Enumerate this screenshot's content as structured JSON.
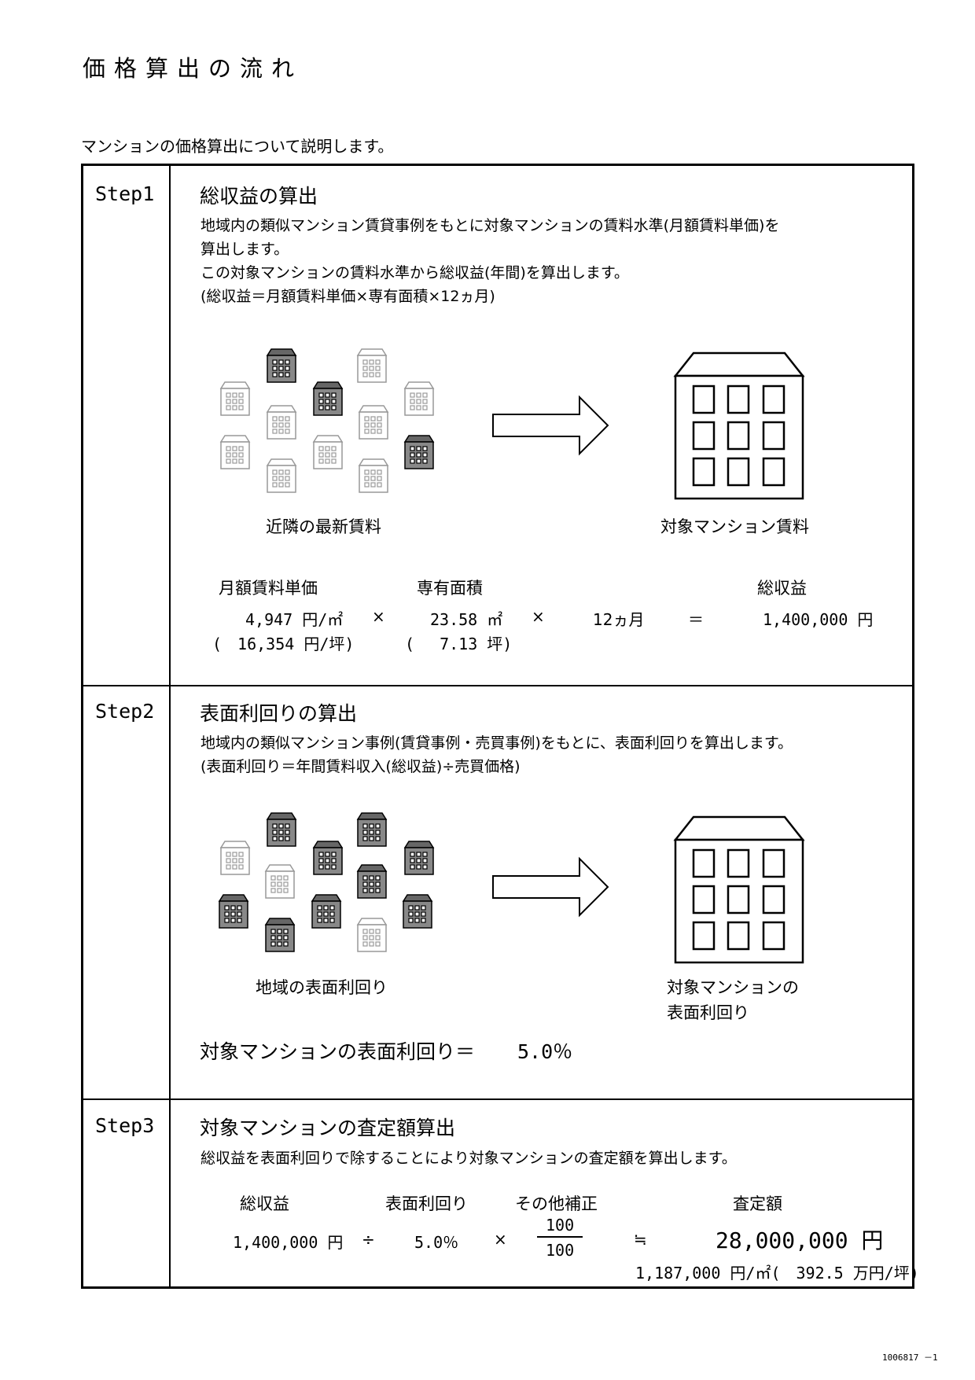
{
  "page_title": "価格算出の流れ",
  "intro": "マンションの価格算出について説明します。",
  "step1": {
    "label": "Step1",
    "heading": "総収益の算出",
    "desc_lines": [
      "地域内の類似マンション賃貸事例をもとに対象マンションの賃料水準(月額賃料単価)を",
      "算出します。",
      "この対象マンションの賃料水準から総収益(年間)を算出します。",
      "(総収益＝月額賃料単価×専有面積×12ヵ月)"
    ],
    "caption_left": "近隣の最新賃料",
    "caption_right": "対象マンション賃料",
    "col_rent": "月額賃料単価",
    "col_area": "専有面積",
    "col_total": "総収益",
    "rent_sqm": "4,947 円/㎡",
    "rent_tsubo": "(　16,354 円/坪)",
    "times1": "×",
    "area_sqm": "23.58 ㎡",
    "area_tsubo": "(　 7.13 坪)",
    "times2": "×",
    "months": "12ヵ月",
    "equals": "＝",
    "total": "1,400,000 円"
  },
  "step2": {
    "label": "Step2",
    "heading": "表面利回りの算出",
    "desc_lines": [
      "地域内の類似マンション事例(賃貸事例・売買事例)をもとに、表面利回りを算出します。",
      "(表面利回り＝年間賃料収入(総収益)÷売買価格)"
    ],
    "caption_left": "地域の表面利回り",
    "caption_right_1": "対象マンションの",
    "caption_right_2": "表面利回り",
    "result_label": "対象マンションの表面利回り＝",
    "result_value": "5.0％"
  },
  "step3": {
    "label": "Step3",
    "heading": "対象マンションの査定額算出",
    "desc": "総収益を表面利回りで除することにより対象マンションの査定額を算出します。",
    "col_total": "総収益",
    "col_yield": "表面利回り",
    "col_adjust": "その他補正",
    "col_value": "査定額",
    "total": "1,400,000 円",
    "divide": "÷",
    "yield": "5.0％",
    "times": "×",
    "numerator": "100",
    "denominator": "100",
    "approx": "≒",
    "value": "28,000,000 円",
    "value_sub": "1,187,000 円/㎡(　392.5 万円/坪)"
  },
  "page_number": "1006817 －1"
}
